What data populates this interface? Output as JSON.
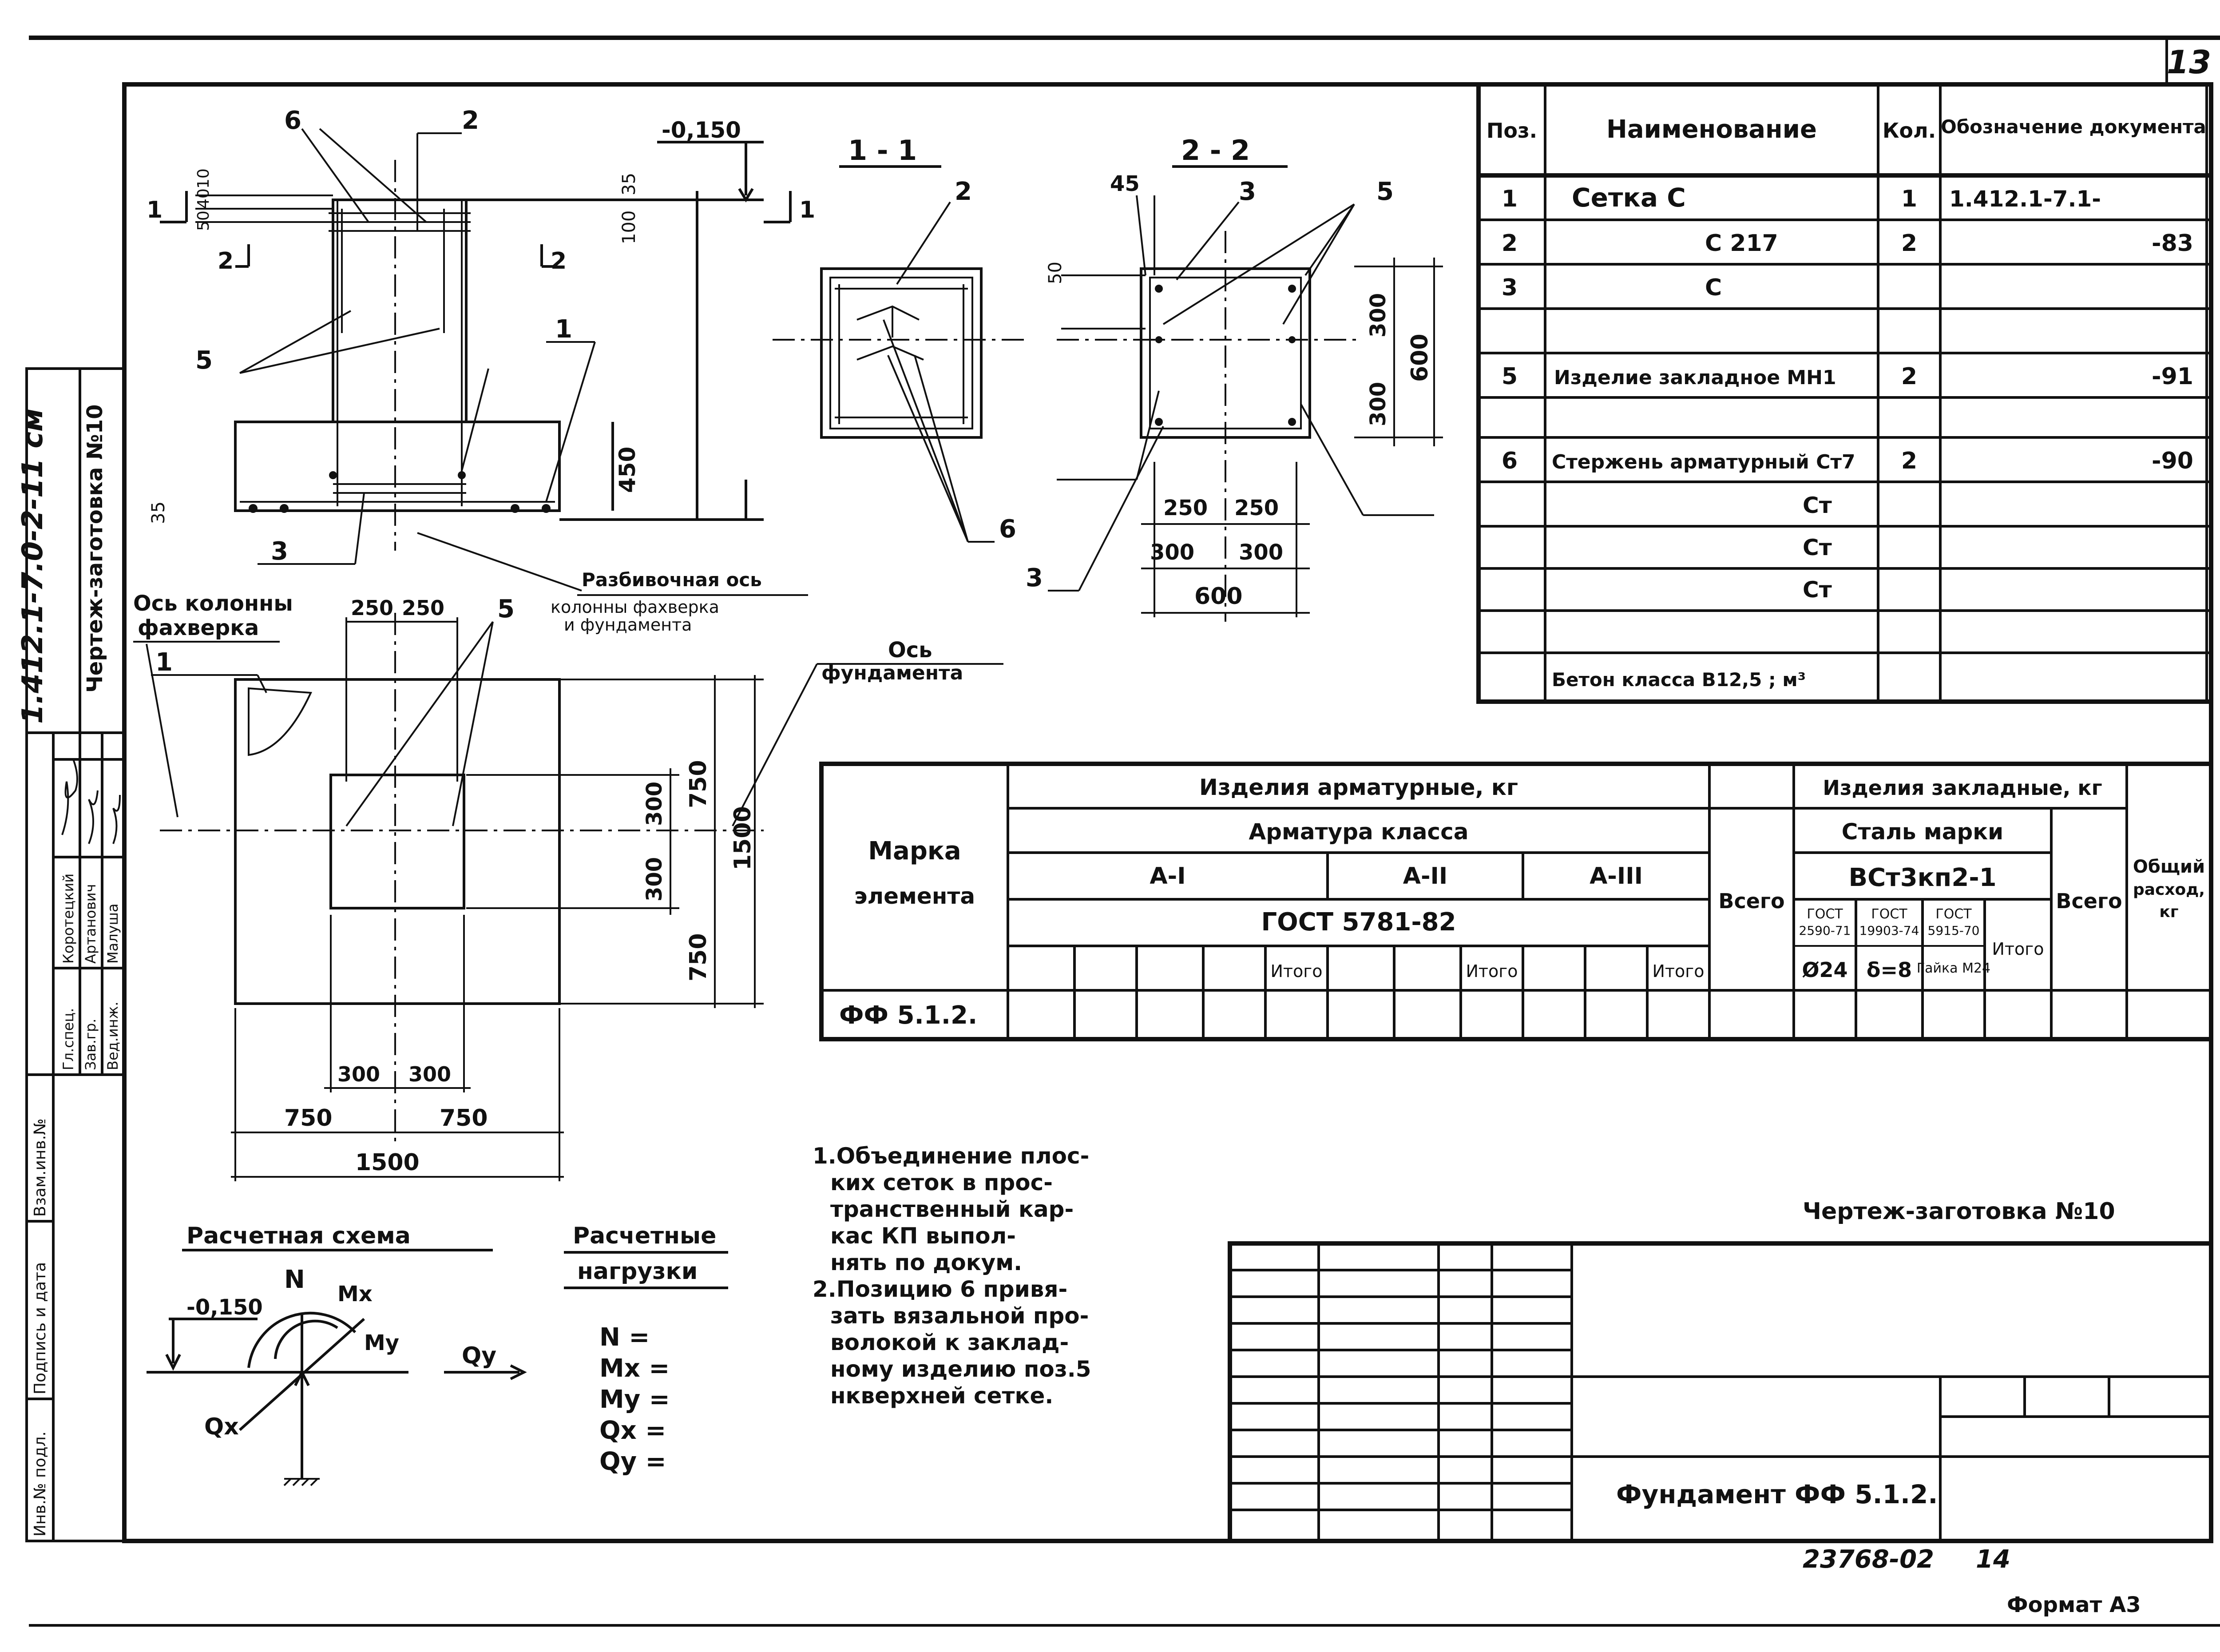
{
  "sheet_number": "13",
  "side_stamp": {
    "code": "1.412.1-7.0-2-11 см",
    "title": "Чертеж-заготовка №10",
    "roles": [
      "Гл.спец.",
      "Зав.гр.",
      "Вед.инж."
    ],
    "names": [
      "Коротецкий",
      "Артанович",
      "Малуша"
    ],
    "left_fields": [
      "Инв.№ подл.",
      "Подпись и дата",
      "Взам.инв.№"
    ]
  },
  "elevation": {
    "level_label": "-0,150",
    "section_marks": [
      "1",
      "1",
      "2",
      "2"
    ],
    "callouts": [
      "6",
      "2",
      "5",
      "1",
      "3"
    ],
    "dims": [
      "40",
      "50",
      "10",
      "35",
      "100",
      "450",
      "35"
    ],
    "axis_note": [
      "Разбивочная ось",
      "колонны фахверка",
      "и фундамента"
    ]
  },
  "section_1_1": {
    "title": "1 - 1",
    "callouts": [
      "2",
      "6"
    ]
  },
  "section_2_2": {
    "title": "2 - 2",
    "callouts": [
      "45",
      "3",
      "5",
      "3"
    ],
    "dims_right": [
      "300",
      "300",
      "600"
    ],
    "dims_bottom": [
      "250",
      "250",
      "300",
      "300",
      "600"
    ],
    "dim_top": "50"
  },
  "plan": {
    "axis_column": [
      "Ось колонны",
      "фахверка"
    ],
    "axis_foundation": [
      "Ось",
      "фундамента"
    ],
    "callouts": [
      "1",
      "5"
    ],
    "dims_top": [
      "250",
      "250"
    ],
    "dims_right": [
      "300",
      "300",
      "750",
      "750",
      "1500"
    ],
    "dims_bottom": [
      "300",
      "300",
      "750",
      "750",
      "1500"
    ]
  },
  "design_scheme": {
    "title": "Расчетная схема",
    "level_label": "-0,150",
    "labels": [
      "N",
      "Mx",
      "My",
      "Qy",
      "Qx"
    ]
  },
  "loads": {
    "title": [
      "Расчетные",
      "нагрузки"
    ],
    "items": [
      "N =",
      "Mx =",
      "My =",
      "Qx =",
      "Qy ="
    ]
  },
  "spec_table": {
    "headers": [
      "Поз.",
      "Наименование",
      "Кол.",
      "Обозначение документа"
    ],
    "rows": [
      [
        "1",
        "Сетка С",
        "1",
        "1.412.1-7.1-"
      ],
      [
        "2",
        "С 217",
        "2",
        "-83"
      ],
      [
        "3",
        "С",
        "",
        ""
      ],
      [
        "",
        "",
        "",
        ""
      ],
      [
        "5",
        "Изделие закладное МН1",
        "2",
        "-91"
      ],
      [
        "",
        "",
        "",
        ""
      ],
      [
        "6",
        "Стержень арматурный Ст7",
        "2",
        "-90"
      ],
      [
        "",
        "Ст",
        "",
        ""
      ],
      [
        "",
        "Ст",
        "",
        ""
      ],
      [
        "",
        "Ст",
        "",
        ""
      ],
      [
        "",
        "",
        "",
        ""
      ],
      [
        "",
        "Бетон класса В12,5 ; м³",
        "",
        ""
      ]
    ]
  },
  "steel_table": {
    "mark_header": [
      "Марка",
      "элемента"
    ],
    "rebar_header": "Изделия арматурные, кг",
    "rebar_class_header": "Арматура класса",
    "classes": [
      "A-I",
      "A-II",
      "A-III"
    ],
    "gost": "ГОСТ 5781-82",
    "total_word": "Итого",
    "all_word": "Всего",
    "embedded_header": "Изделия закладные, кг",
    "steel_grade_header": "Сталь марки",
    "steel_grade": "ВСт3кп2-1",
    "gost_cols": [
      [
        "ГОСТ",
        "2590-71"
      ],
      [
        "ГОСТ",
        "19903-74"
      ],
      [
        "ГОСТ",
        "5915-70"
      ]
    ],
    "items": [
      "Ø24",
      "δ=8",
      "Гайка М24"
    ],
    "overall_header": [
      "Общий",
      "расход,",
      "кг"
    ],
    "row_mark": "ФФ 5.1.2."
  },
  "notes": [
    "1.Объединение плос-",
    "ких сеток в прос-",
    "транственный кар-",
    "кас КП выпол-",
    "нять по докум.",
    "2.Позицию 6 привя-",
    "зать вязальной про-",
    "волокой к заклад-",
    "ному изделию поз.5",
    "нкверхней сетке."
  ],
  "title_block": {
    "drawing_title": "Чертеж-заготовка №10",
    "element_name": "Фундамент ФФ 5.1.2."
  },
  "footer": {
    "doc_number": "23768-02",
    "sheet": "14",
    "format": "Формат А3"
  }
}
